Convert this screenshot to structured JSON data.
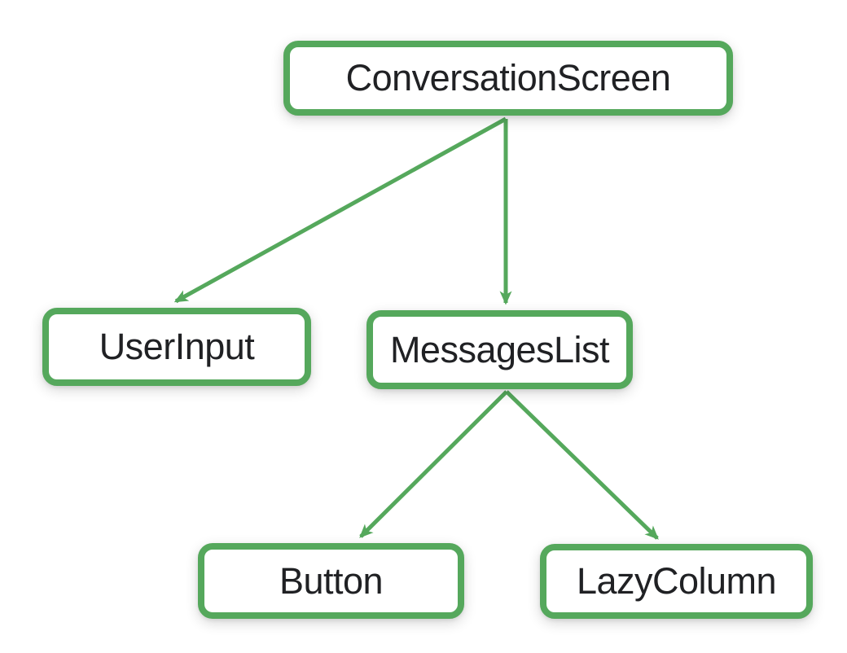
{
  "colors": {
    "accent_green": "#55a85c",
    "node_fill": "#ffffff",
    "text": "#202124",
    "background": "#ffffff"
  },
  "nodes": [
    {
      "id": "conversation-screen",
      "label": "ConversationScreen"
    },
    {
      "id": "user-input",
      "label": "UserInput"
    },
    {
      "id": "messages-list",
      "label": "MessagesList"
    },
    {
      "id": "button",
      "label": "Button"
    },
    {
      "id": "lazy-column",
      "label": "LazyColumn"
    }
  ],
  "edges": [
    {
      "from": "ConversationScreen",
      "to": "UserInput"
    },
    {
      "from": "ConversationScreen",
      "to": "MessagesList"
    },
    {
      "from": "MessagesList",
      "to": "Button"
    },
    {
      "from": "MessagesList",
      "to": "LazyColumn"
    }
  ]
}
